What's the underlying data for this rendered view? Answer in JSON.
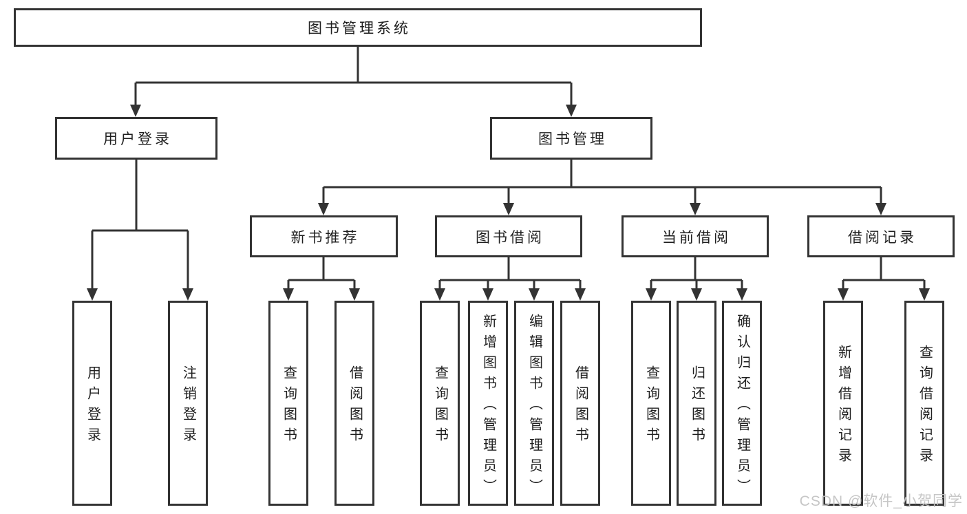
{
  "tree": {
    "root": {
      "label": "图书管理系统"
    },
    "children": [
      {
        "label": "用户登录",
        "children": [
          {
            "label": "用户登录"
          },
          {
            "label": "注销登录"
          }
        ]
      },
      {
        "label": "图书管理",
        "children": [
          {
            "label": "新书推荐",
            "children": [
              {
                "label": "查询图书"
              },
              {
                "label": "借阅图书"
              }
            ]
          },
          {
            "label": "图书借阅",
            "children": [
              {
                "label": "查询图书"
              },
              {
                "label": "新增图书（管理员）"
              },
              {
                "label": "编辑图书（管理员）"
              },
              {
                "label": "借阅图书"
              }
            ]
          },
          {
            "label": "当前借阅",
            "children": [
              {
                "label": "查询图书"
              },
              {
                "label": "归还图书"
              },
              {
                "label": "确认归还（管理员）"
              }
            ]
          },
          {
            "label": "借阅记录",
            "children": [
              {
                "label": "新增借阅记录"
              },
              {
                "label": "查询借阅记录"
              }
            ]
          }
        ]
      }
    ]
  },
  "watermark": {
    "text": "CSDN @软件_小贺同学"
  },
  "colors": {
    "line": "#333333",
    "text": "#1f1f1f",
    "background": "#ffffff",
    "watermark": "#c3c3c3"
  }
}
